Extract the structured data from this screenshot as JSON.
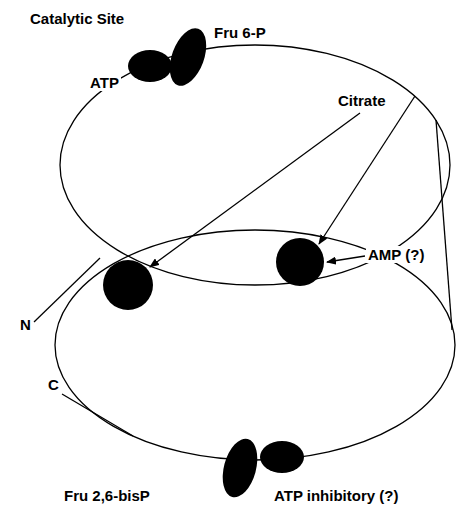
{
  "diagram": {
    "labels": [
      "Catalytic Site",
      "Fru 6-P",
      "ATP",
      "Citrate",
      "AMP (?)",
      "N",
      "C",
      "Fru 2,6-bisP",
      "ATP inhibitory (?)"
    ]
  }
}
